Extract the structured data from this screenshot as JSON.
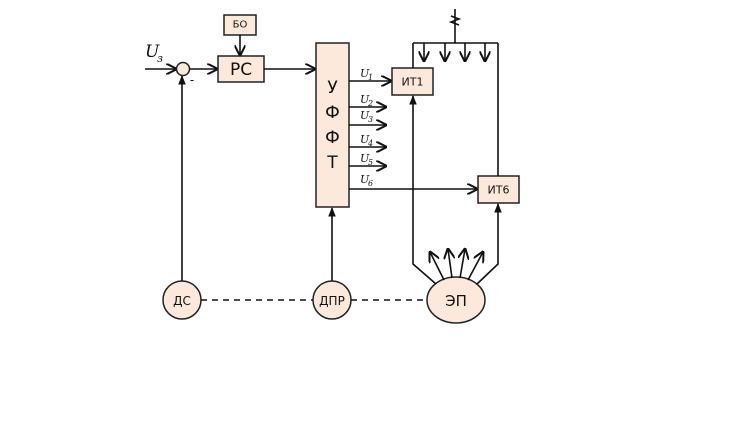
{
  "diagram": {
    "input_signal": {
      "main": "U",
      "sub": "з"
    },
    "sum_sign": "-",
    "blocks": {
      "bo": "БО",
      "rs": "РС",
      "ufft": [
        "У",
        "Ф",
        "Ф",
        "Т"
      ],
      "it1": "ИТ1",
      "it6": "ИТ6",
      "ds": "ДС",
      "dpr": "ДПР",
      "ep": "ЭП"
    },
    "outputs": [
      {
        "main": "U",
        "sub": "1"
      },
      {
        "main": "U",
        "sub": "2"
      },
      {
        "main": "U",
        "sub": "3"
      },
      {
        "main": "U",
        "sub": "4"
      },
      {
        "main": "U",
        "sub": "5"
      },
      {
        "main": "U",
        "sub": "6"
      }
    ],
    "colors": {
      "block_fill": "#fde9dc",
      "line": "#111111"
    }
  }
}
